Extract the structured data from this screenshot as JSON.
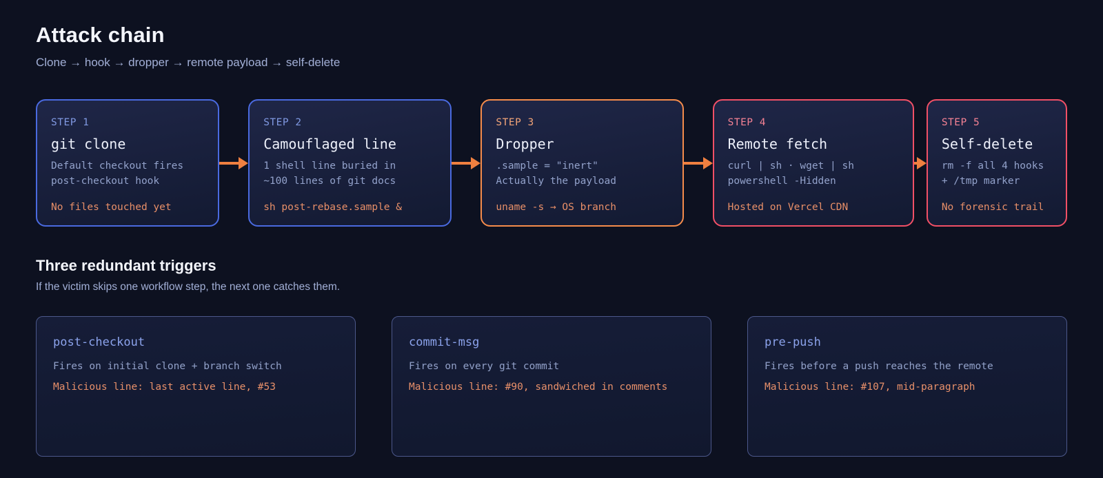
{
  "header": {
    "title": "Attack chain",
    "subtitle": "Clone → hook → dropper → remote payload → self-delete"
  },
  "steps": [
    {
      "label": "STEP 1",
      "title": "git clone",
      "desc": "Default checkout fires\npost-checkout hook",
      "note": "No files touched yet",
      "theme": "blue"
    },
    {
      "label": "STEP 2",
      "title": "Camouflaged line",
      "desc": "1 shell line buried in\n~100 lines of git docs",
      "note": "sh post-rebase.sample &",
      "theme": "blue"
    },
    {
      "label": "STEP 3",
      "title": "Dropper",
      "desc": ".sample = \"inert\"\nActually the payload",
      "note": "uname -s → OS branch",
      "theme": "orange"
    },
    {
      "label": "STEP 4",
      "title": "Remote fetch",
      "desc": "curl | sh · wget | sh\npowershell -Hidden",
      "note": "Hosted on Vercel CDN",
      "theme": "red"
    },
    {
      "label": "STEP 5",
      "title": "Self-delete",
      "desc": "rm -f all 4 hooks\n+ /tmp marker",
      "note": "No forensic trail",
      "theme": "red"
    }
  ],
  "triggers_section": {
    "title": "Three redundant triggers",
    "subtitle": "If the victim skips one workflow step, the next one catches them."
  },
  "triggers": [
    {
      "name": "post-checkout",
      "fires": "Fires on initial clone + branch switch",
      "malicious": "Malicious line: last active line, #53"
    },
    {
      "name": "commit-msg",
      "fires": "Fires on every git commit",
      "malicious": "Malicious line: #90, sandwiched in comments"
    },
    {
      "name": "pre-push",
      "fires": "Fires before a push reaches the remote",
      "malicious": "Malicious line: #107, mid-paragraph"
    }
  ],
  "colors": {
    "background": "#0d1120",
    "accent_blue": "#4a6ae0",
    "accent_orange": "#f68c4b",
    "accent_red": "#f25066",
    "arrow": "#f08040",
    "label_blue": "#8099e2",
    "label_orange": "#f2a478",
    "label_red": "#f58294",
    "step_title": "#edf0fa",
    "step_desc": "#93a2cb",
    "step_note": "#e88f68",
    "card_border": "#4c588b",
    "card_title": "#8ca3ec",
    "card_desc": "#92a1c9",
    "card_note": "#e8906a",
    "heading": "#f3f5fb",
    "subtitle": "#a2afd6"
  }
}
